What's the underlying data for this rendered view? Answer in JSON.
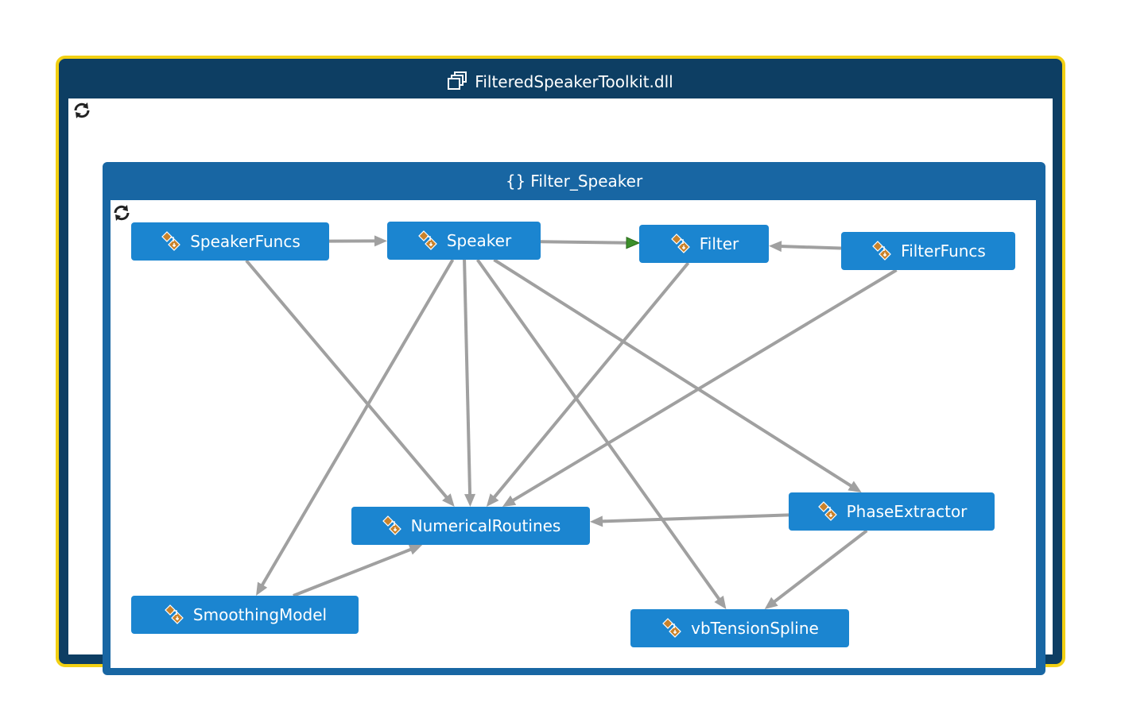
{
  "assembly": {
    "title": "FilteredSpeakerToolkit.dll",
    "icon": "assembly-icon"
  },
  "namespace": {
    "title": "Filter_Speaker",
    "icon": "namespace-braces-icon"
  },
  "nodes": [
    {
      "id": "SpeakerFuncs",
      "label": "SpeakerFuncs",
      "icon": "class-icon"
    },
    {
      "id": "Speaker",
      "label": "Speaker",
      "icon": "class-icon"
    },
    {
      "id": "Filter",
      "label": "Filter",
      "icon": "class-icon"
    },
    {
      "id": "FilterFuncs",
      "label": "FilterFuncs",
      "icon": "class-icon"
    },
    {
      "id": "NumericalRoutines",
      "label": "NumericalRoutines",
      "icon": "class-icon"
    },
    {
      "id": "PhaseExtractor",
      "label": "PhaseExtractor",
      "icon": "class-icon"
    },
    {
      "id": "SmoothingModel",
      "label": "SmoothingModel",
      "icon": "class-icon"
    },
    {
      "id": "vbTensionSpline",
      "label": "vbTensionSpline",
      "icon": "class-icon"
    }
  ],
  "edges": [
    {
      "from": "SpeakerFuncs",
      "to": "Speaker"
    },
    {
      "from": "SpeakerFuncs",
      "to": "NumericalRoutines"
    },
    {
      "from": "Speaker",
      "to": "Filter",
      "highlighted": true
    },
    {
      "from": "Speaker",
      "to": "NumericalRoutines"
    },
    {
      "from": "Speaker",
      "to": "SmoothingModel"
    },
    {
      "from": "Speaker",
      "to": "vbTensionSpline"
    },
    {
      "from": "Speaker",
      "to": "PhaseExtractor"
    },
    {
      "from": "FilterFuncs",
      "to": "Filter"
    },
    {
      "from": "FilterFuncs",
      "to": "NumericalRoutines"
    },
    {
      "from": "Filter",
      "to": "NumericalRoutines"
    },
    {
      "from": "PhaseExtractor",
      "to": "NumericalRoutines"
    },
    {
      "from": "PhaseExtractor",
      "to": "vbTensionSpline"
    },
    {
      "from": "SmoothingModel",
      "to": "NumericalRoutines"
    }
  ],
  "colors": {
    "assembly_border": "#f2d013",
    "assembly_header": "#0d3e63",
    "namespace_header": "#1866a3",
    "node_fill": "#1b85d0",
    "edge": "#a0a0a0",
    "highlight_arrow": "#3c8f2a",
    "class_icon": "#c9822b"
  }
}
